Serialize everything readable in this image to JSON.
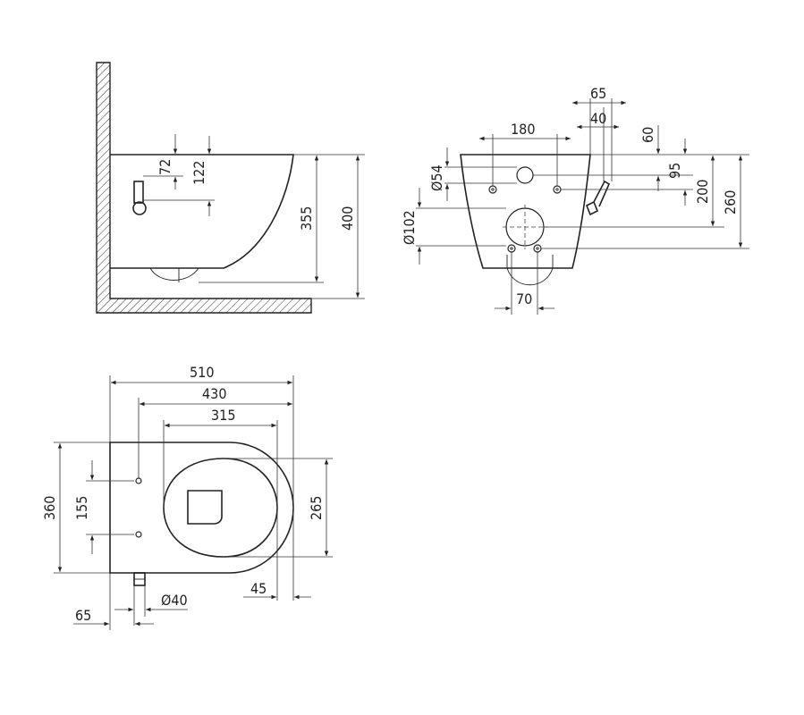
{
  "side_view": {
    "dims": {
      "d72": "72",
      "d122": "122",
      "d355": "355",
      "d400": "400"
    }
  },
  "rear_view": {
    "dims": {
      "d65": "65",
      "d40": "40",
      "d180": "180",
      "d60": "60",
      "d95": "95",
      "d200": "200",
      "d260": "260",
      "dia54": "Ø54",
      "dia102": "Ø102",
      "d70": "70"
    }
  },
  "top_view": {
    "dims": {
      "d510": "510",
      "d430": "430",
      "d315": "315",
      "d360": "360",
      "d155": "155",
      "d265": "265",
      "d45": "45",
      "dia40": "Ø40",
      "d65": "65"
    }
  }
}
